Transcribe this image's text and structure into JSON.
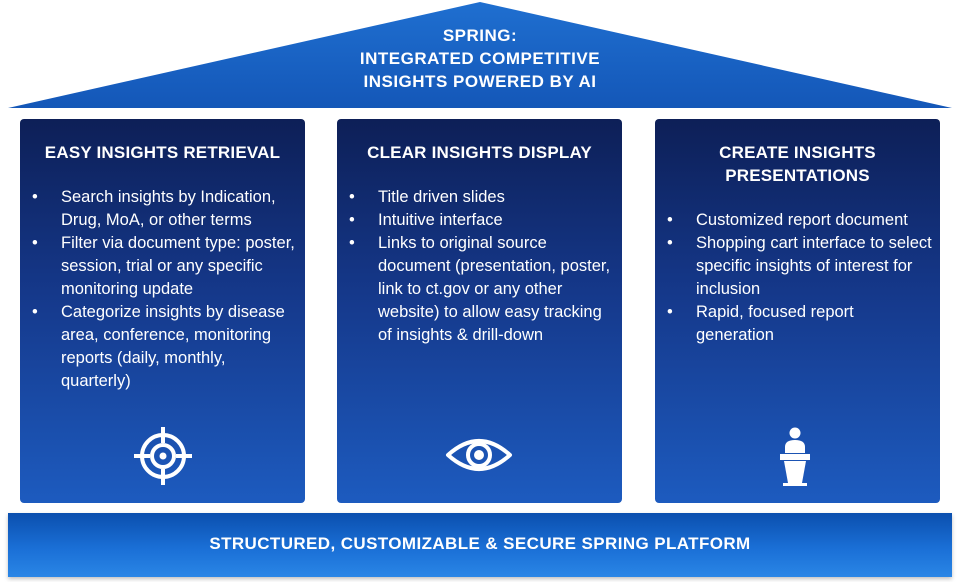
{
  "roof": {
    "line1": "SPRING:",
    "line2": "INTEGRATED COMPETITIVE",
    "line3": "INSIGHTS POWERED BY AI"
  },
  "pillars": [
    {
      "title": "EASY INSIGHTS RETRIEVAL",
      "items": [
        "Search insights by Indication, Drug, MoA, or other terms",
        "Filter via document type: poster, session, trial or any specific monitoring update",
        "Categorize insights by disease area, conference, monitoring reports (daily, monthly, quarterly)"
      ],
      "icon": "target-icon"
    },
    {
      "title": "CLEAR INSIGHTS DISPLAY",
      "items": [
        "Title driven slides",
        "Intuitive interface",
        "Links to original source document (presentation, poster, link to ct.gov or any other website) to allow easy tracking of insights & drill-down"
      ],
      "icon": "eye-icon"
    },
    {
      "title_line1": "CREATE INSIGHTS",
      "title_line2": "PRESENTATIONS",
      "items": [
        "Customized report document",
        "Shopping cart interface to select specific insights of interest for inclusion",
        "Rapid, focused report generation"
      ],
      "icon": "presenter-podium-icon"
    }
  ],
  "base": {
    "label": "STRUCTURED, CUSTOMIZABLE & SECURE SPRING PLATFORM"
  },
  "colors": {
    "roof": "#1a66c9",
    "pillar_top": "#0d1f57",
    "pillar_bottom": "#1d5bbf",
    "base": "#1a6fd6",
    "text": "#ffffff"
  }
}
